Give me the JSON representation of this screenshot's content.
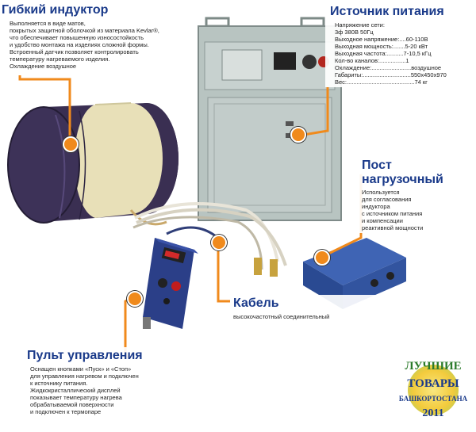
{
  "inductor": {
    "title": "Гибкий индуктор",
    "lines": [
      "Выполняется в виде матов,",
      "покрытых защитной оболочкой из материала Kevlar®,",
      "что обеспечивает повышенную износостойкость",
      "и удобство монтажа на изделиях сложной формы.",
      "Встроенный датчик позволяет контролировать",
      "температуру нагреваемого изделия.",
      "Охлаждение воздушное"
    ]
  },
  "source": {
    "title": "Источник питания",
    "specs": [
      {
        "label": "Напряжение сети:",
        "value": ""
      },
      {
        "label": "3ф 380В 50Гц",
        "value": ""
      },
      {
        "label": "Выходное напряжение:....",
        "value": "60-110В"
      },
      {
        "label": "Выходная мощность:.......",
        "value": "5-20 кВт"
      },
      {
        "label": "Выходная частота:..........",
        "value": "7-10,5 кГц"
      },
      {
        "label": "Кол-во каналов:................",
        "value": "1"
      },
      {
        "label": "Охлаждение:........................",
        "value": "воздушное"
      },
      {
        "label": "Габариты:.............................",
        "value": "550х450х970"
      },
      {
        "label": "Вес:.........................................",
        "value": "74 кг"
      }
    ]
  },
  "post": {
    "title_line1": "Пост",
    "title_line2": "нагрузочный",
    "lines": [
      "Используется",
      "для согласования",
      "индуктора",
      "с источником питания",
      "и компенсации",
      "реактивной мощности"
    ]
  },
  "cable": {
    "title": "Кабель",
    "subtitle": "высокочастотный соединительный"
  },
  "remote": {
    "title": "Пульт управления",
    "lines": [
      "Оснащен кнопками «Пуск» и «Стоп»",
      "для управления нагревом и подключен",
      "к источнику питания.",
      "Жидкокристаллический дисплей",
      "показывает температуру нагрева",
      "обрабатываемой поверхности",
      "и подключен к термопаре"
    ]
  },
  "badge": {
    "line1": "ЛУЧШИЕ",
    "line2": "ТОВАРЫ",
    "line3": "БАШКОРТОСТАНА",
    "year": "2011"
  },
  "colors": {
    "accent": "#f08a1c",
    "title": "#1a3a8a"
  }
}
